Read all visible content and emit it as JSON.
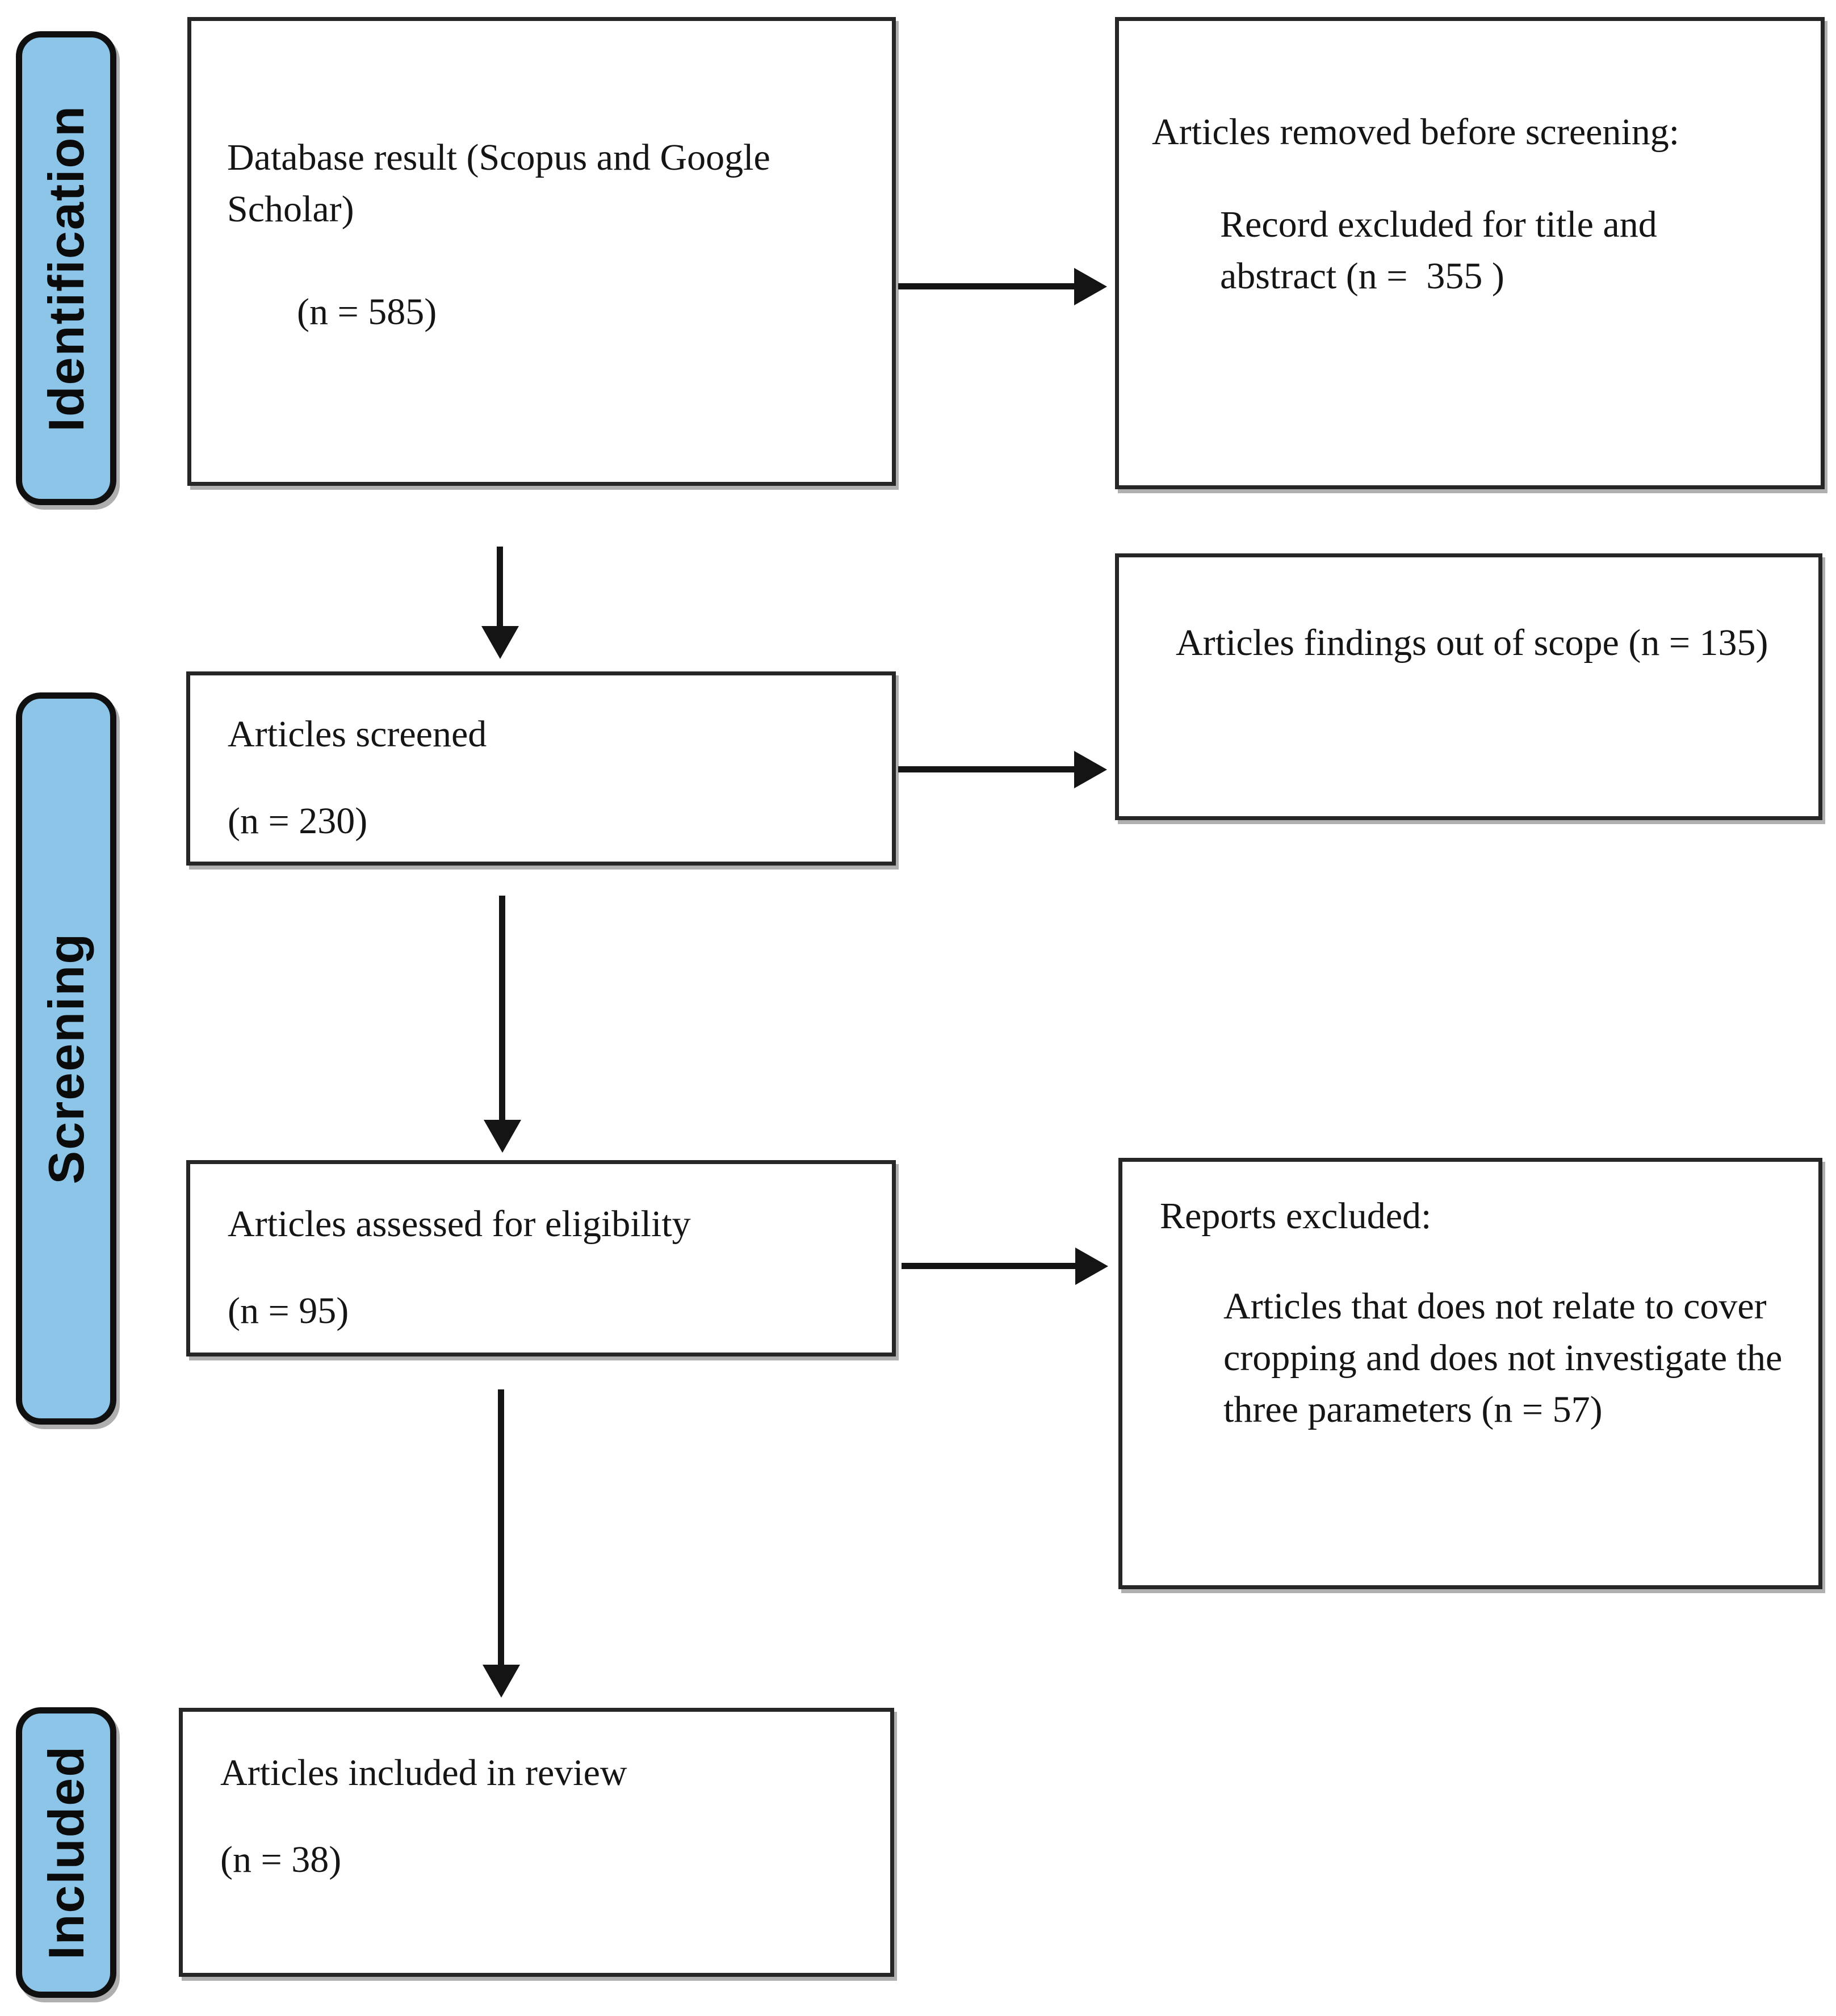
{
  "colors": {
    "stage_fill": "#8CC5E8",
    "box_border": "#262626",
    "arrow": "#141414",
    "background": "#ffffff"
  },
  "stages": [
    {
      "label": "Identification"
    },
    {
      "label": "Screening"
    },
    {
      "label": "Included"
    }
  ],
  "boxes": {
    "database_result": {
      "line1": "Database result (Scopus and Google Scholar)",
      "count": "(n = 585)"
    },
    "removed_before_screening": {
      "title": "Articles removed before screening:",
      "detail": "Record excluded for title and abstract (n =  355 )"
    },
    "articles_screened": {
      "line1": "Articles screened",
      "count": "(n = 230)"
    },
    "out_of_scope": {
      "line1": "Articles findings out of scope (n = 135)"
    },
    "assessed_eligibility": {
      "line1": "Articles assessed for eligibility",
      "count": "(n = 95)"
    },
    "reports_excluded": {
      "title": "Reports excluded:",
      "detail": "Articles that does not relate to cover cropping and does not investigate the three parameters (n = 57)"
    },
    "included_review": {
      "line1": "Articles included in review",
      "count": "(n = 38)"
    }
  }
}
